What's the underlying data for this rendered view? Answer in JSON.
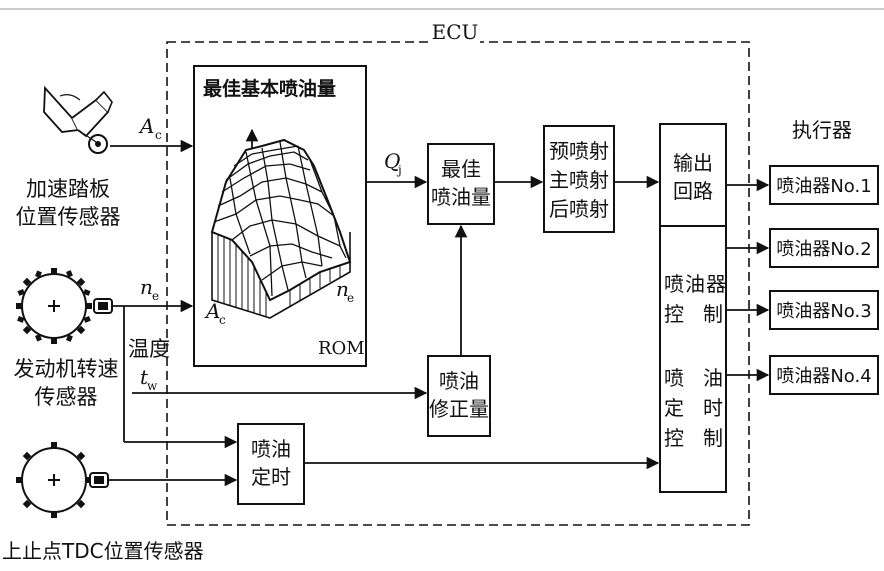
{
  "ecu_label": "ECU",
  "rom_box": {
    "title": "最佳基本喷油量",
    "rom_label": "ROM",
    "axis_a": "A",
    "axis_a_sub": "c",
    "axis_n": "n",
    "axis_n_sub": "e"
  },
  "inputs": {
    "accel": {
      "line1": "加速踏板",
      "line2": "位置传感器",
      "signal": "A",
      "signal_sub": "c"
    },
    "engine_speed": {
      "line1": "发动机转速",
      "line2": "传感器",
      "signal": "n",
      "signal_sub": "e"
    },
    "temperature": {
      "label": "温度",
      "signal": "t",
      "signal_sub": "w"
    },
    "tdc": {
      "label": "上止点TDC位置传感器"
    }
  },
  "q_signal": {
    "signal": "Q",
    "signal_sub": "j"
  },
  "blocks": {
    "best_injection": {
      "line1": "最佳",
      "line2": "喷油量"
    },
    "injection_stages": {
      "line1": "预喷射",
      "line2": "主喷射",
      "line3": "后喷射"
    },
    "correction": {
      "line1": "喷油",
      "line2": "修正量"
    },
    "timing": {
      "line1": "喷油",
      "line2": "定时"
    },
    "output": {
      "line1": "输出",
      "line2": "回路"
    },
    "injector_control": {
      "l1a": "喷油器",
      "l2a": "控",
      "l2b": "制"
    },
    "timing_control": {
      "l1a": "喷",
      "l1b": "油",
      "l2a": "定",
      "l2b": "时",
      "l3a": "控",
      "l3b": "制"
    }
  },
  "actuators": {
    "title": "执行器",
    "items": [
      "喷油器No.1",
      "喷油器No.2",
      "喷油器No.3",
      "喷油器No.4"
    ]
  }
}
